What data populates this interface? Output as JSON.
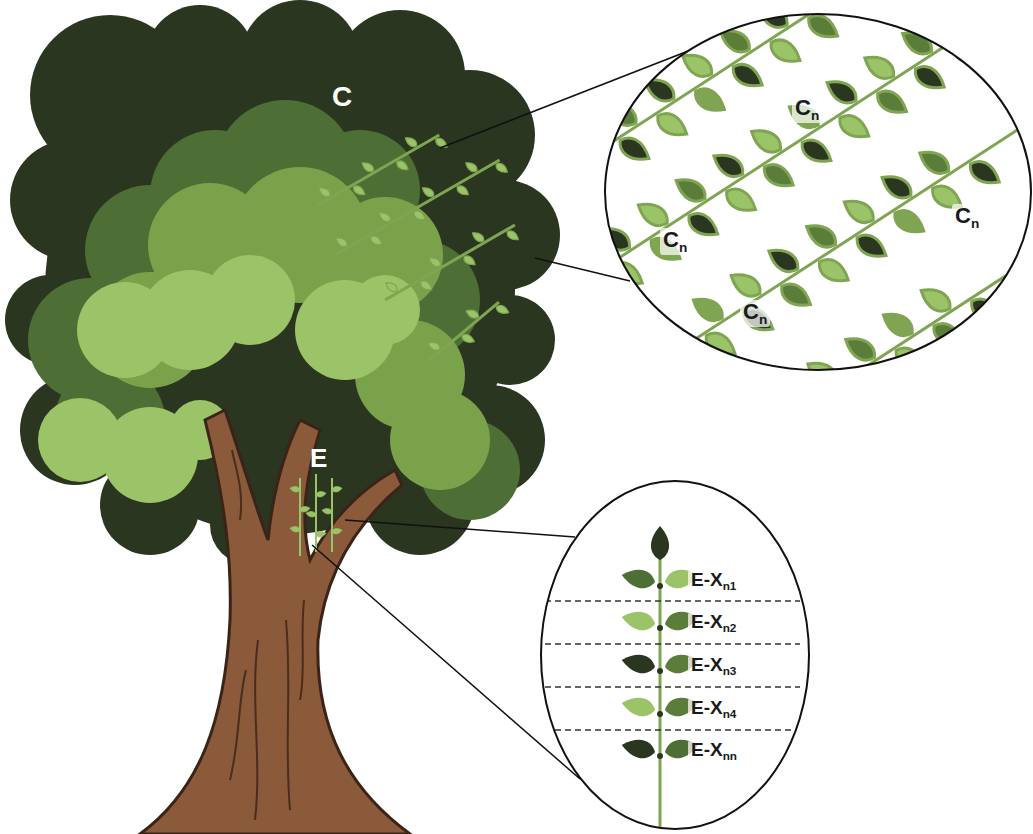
{
  "diagram": {
    "labels": [
      "C",
      "E",
      "Cn",
      "Cn",
      "Cn",
      "Cn",
      "E-Xn1",
      "E-Xn2",
      "E-Xn3",
      "E-Xn4",
      "E-Xnn"
    ]
  }
}
